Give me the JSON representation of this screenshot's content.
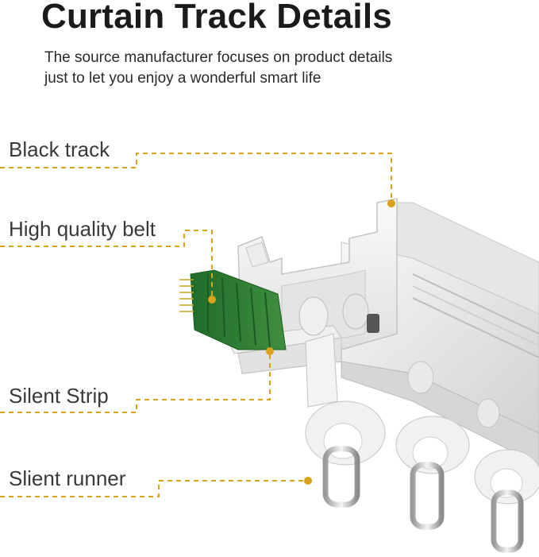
{
  "header": {
    "title": "Curtain Track Details",
    "subtitle_line1": "The source manufacturer focuses on product details",
    "subtitle_line2": "just to let you enjoy a wonderful smart life"
  },
  "callouts": [
    {
      "label": "Black track"
    },
    {
      "label": "High quality belt"
    },
    {
      "label": "Silent Strip"
    },
    {
      "label": "Slient runner"
    }
  ],
  "colors": {
    "leader_line": "#d9a21b",
    "belt": "#2e7d32",
    "track": "#f1f1f1"
  }
}
